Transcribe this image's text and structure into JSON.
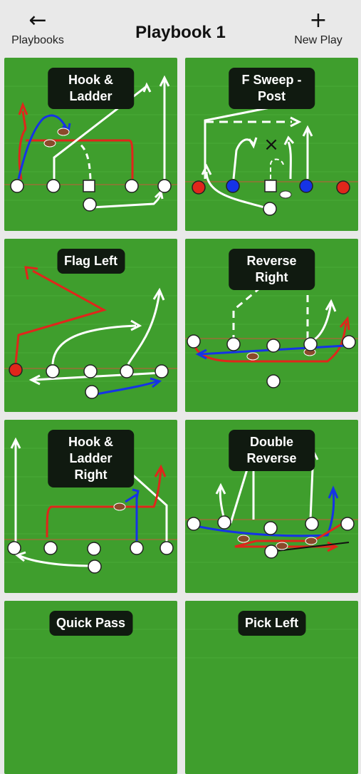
{
  "header": {
    "back_icon": "arrow-left-icon",
    "back_label": "Playbooks",
    "title": "Playbook 1",
    "add_icon": "plus-icon",
    "add_label": "New Play"
  },
  "colors": {
    "field": "#3f9e2d",
    "stripe": "#378f27",
    "pill": "#101a10",
    "red": "#e0261b",
    "blue": "#1533e6"
  },
  "plays": [
    {
      "name": "Hook & Ladder"
    },
    {
      "name": "F Sweep - Post"
    },
    {
      "name": "Flag Left"
    },
    {
      "name": "Reverse Right"
    },
    {
      "name": "Hook & Ladder\nRight"
    },
    {
      "name": "Double Reverse"
    },
    {
      "name": "Quick Pass"
    },
    {
      "name": "Pick Left"
    }
  ]
}
